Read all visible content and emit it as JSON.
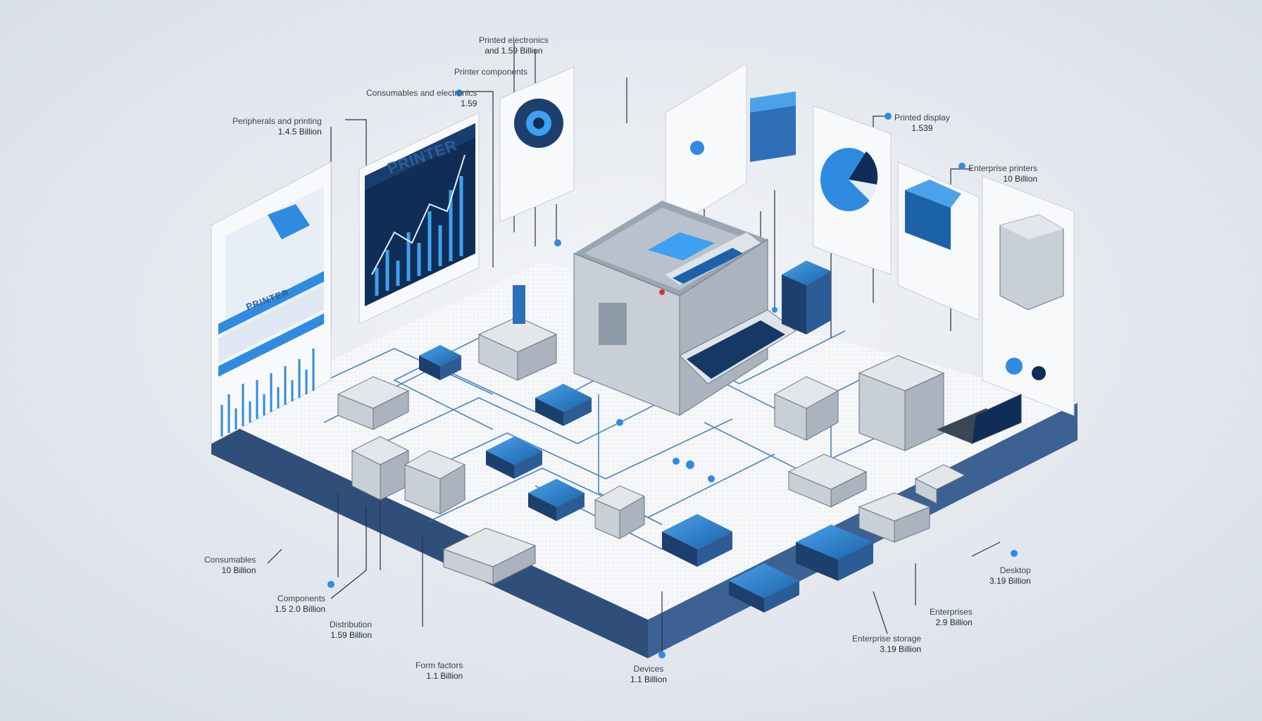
{
  "colors": {
    "background": "#e9edf2",
    "platform_top": "#f4f6f8",
    "platform_side": "#34557f",
    "accent": "#2f8be0",
    "line": "#2c6fb8",
    "device_body": "#c9cfd6"
  },
  "screen_texts": {
    "big_panel_title": "PRINTER",
    "left_panel_title": "PRINTER"
  },
  "labels": [
    {
      "id": "top-center",
      "title": "Printed electronics",
      "value": "and 1.59 Billion"
    },
    {
      "id": "top-center-2",
      "title": "Printer components",
      "value": ""
    },
    {
      "id": "top-left-2",
      "title": "Consumables and electronics",
      "value": "1.59"
    },
    {
      "id": "top-left-1",
      "title": "Peripherals and printing",
      "value": "1.4.5 Billion"
    },
    {
      "id": "top-right-1",
      "title": "Printed display",
      "value": "1.539"
    },
    {
      "id": "right-1",
      "title": "Enterprise printers",
      "value": "10 Billion"
    },
    {
      "id": "bottom-left-1",
      "title": "Consumables",
      "value": "10 Billion"
    },
    {
      "id": "bottom-left-2",
      "title": "Components",
      "value": "1.5 2.0 Billion"
    },
    {
      "id": "bottom-left-3",
      "title": "Distribution",
      "value": "1.59 Billion"
    },
    {
      "id": "bottom-left-4",
      "title": "Form factors",
      "value": "1.1 Billion"
    },
    {
      "id": "bottom-center",
      "title": "Devices",
      "value": "1.1 Billion"
    },
    {
      "id": "bottom-right-1",
      "title": "Desktop",
      "value": "3.19 Billion"
    },
    {
      "id": "bottom-right-2",
      "title": "Enterprises",
      "value": "2.9 Billion"
    },
    {
      "id": "bottom-right-3",
      "title": "Enterprise storage",
      "value": "3.19 Billion"
    }
  ]
}
